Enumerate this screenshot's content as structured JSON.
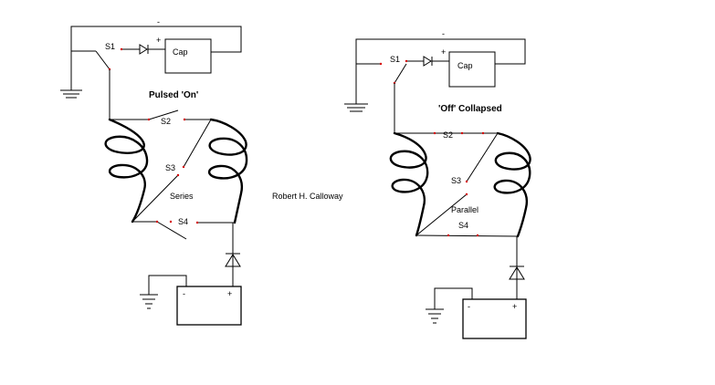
{
  "left": {
    "title": "Pulsed 'On'",
    "cap": "Cap",
    "plus": "+",
    "minus": "-",
    "s1": "S1",
    "s2": "S2",
    "s3": "S3",
    "s4": "S4",
    "mode": "Series"
  },
  "right": {
    "title": "'Off' Collapsed",
    "cap": "Cap",
    "plus": "+",
    "minus": "-",
    "s1": "S1",
    "s2": "S2",
    "s3": "S3",
    "s4": "S4",
    "mode": "Parallel"
  },
  "author": "Robert H. Calloway",
  "colors": {
    "wire": "#000000",
    "contact": "#d40000",
    "background": "#ffffff"
  }
}
